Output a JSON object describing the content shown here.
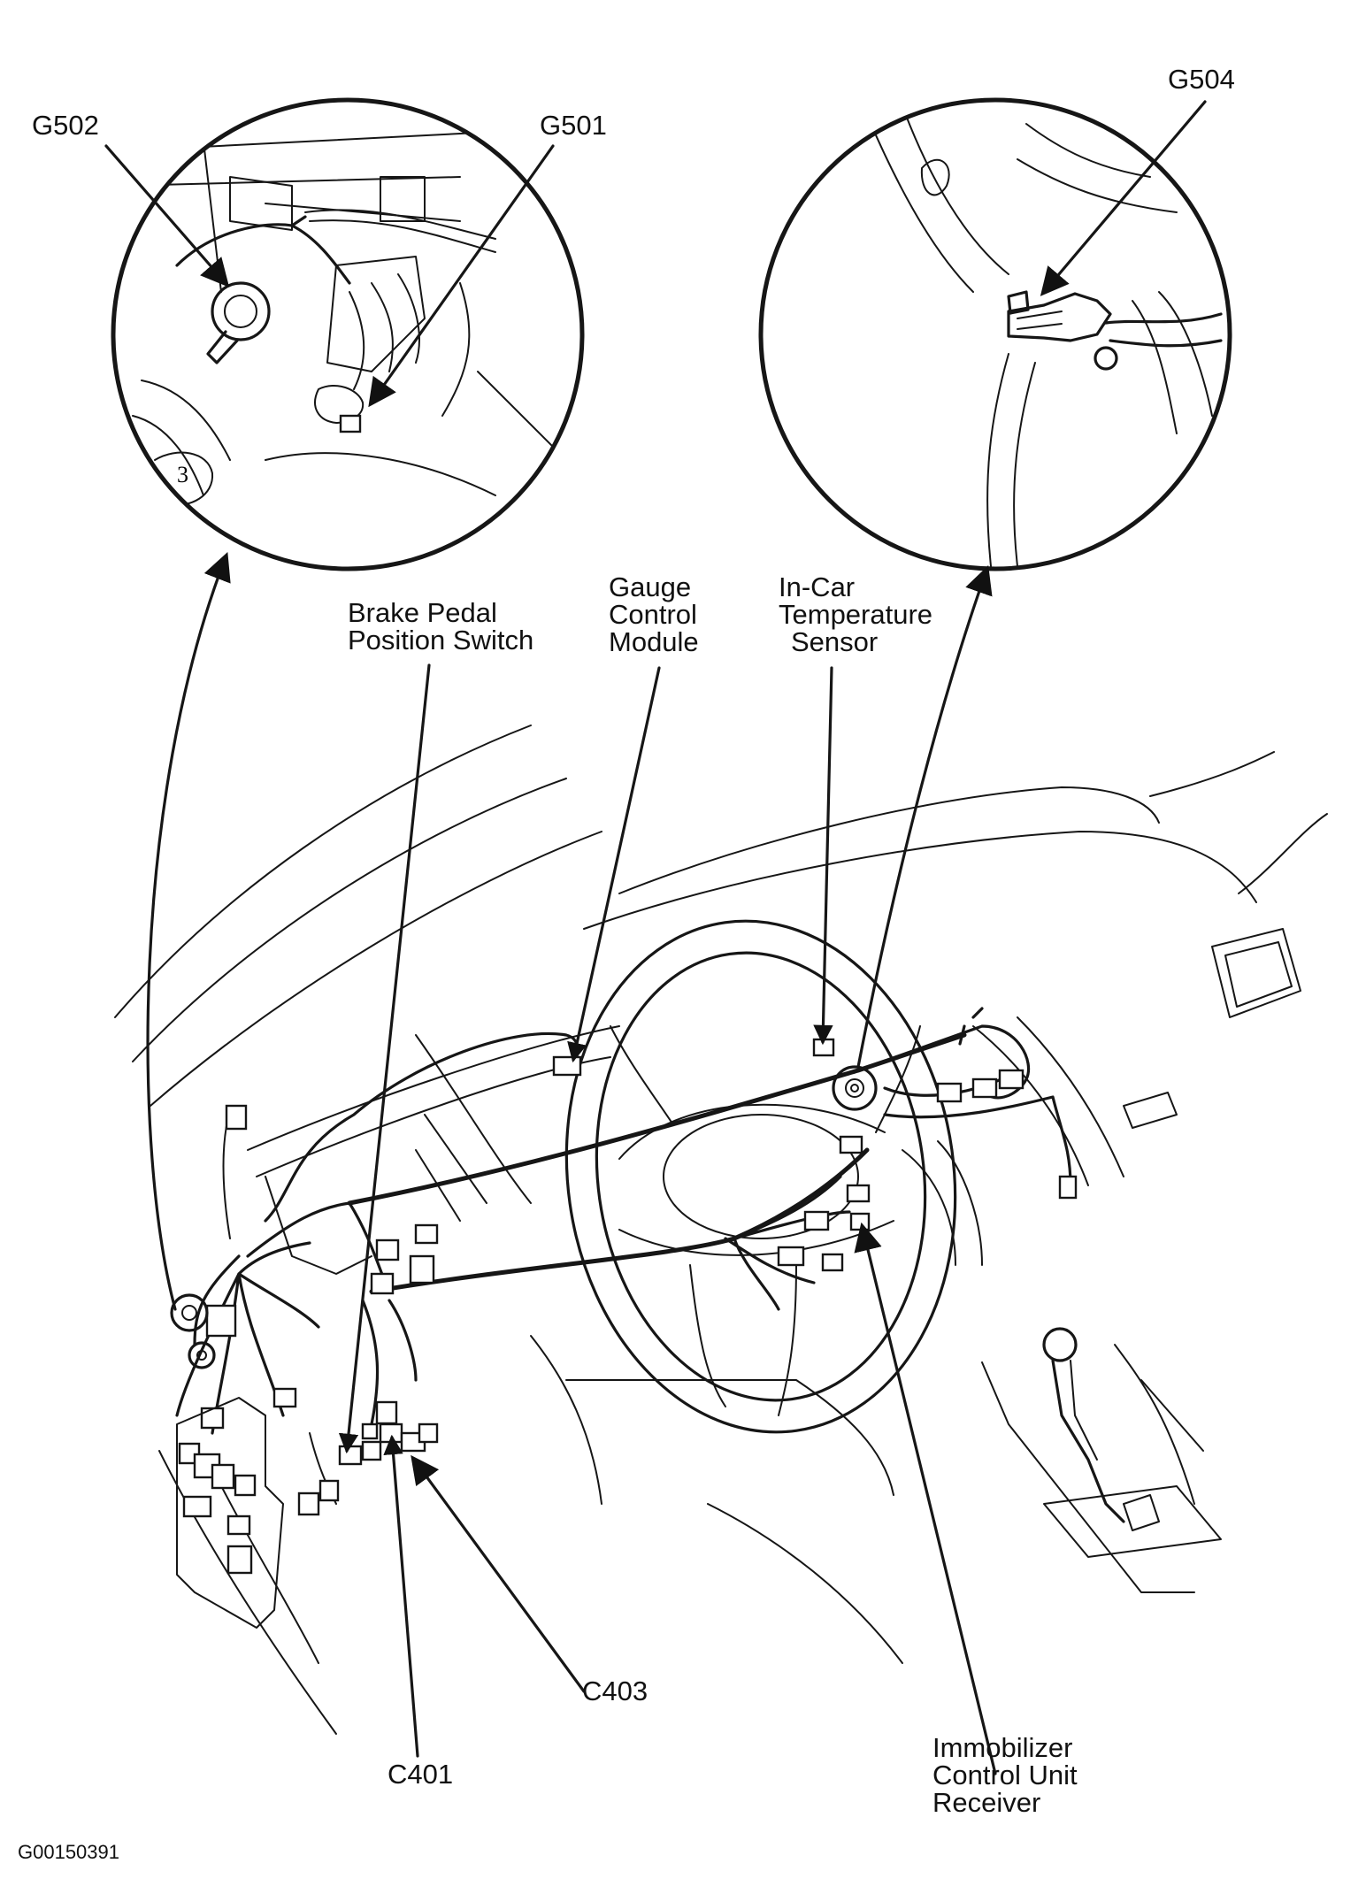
{
  "figure_id": "G00150391",
  "callouts": {
    "g502": "G502",
    "g501": "G501",
    "g504": "G504",
    "brake_pedal_position_switch": [
      "Brake Pedal",
      "Position Switch"
    ],
    "gauge_control_module": [
      "Gauge",
      "Control",
      "Module"
    ],
    "in_car_temperature_sensor": [
      "In-Car",
      "Temperature",
      "Sensor"
    ],
    "c401": "C401",
    "c403": "C403",
    "immobilizer_control_unit_receiver": [
      "Immobilizer",
      "Control Unit",
      "Receiver"
    ]
  }
}
